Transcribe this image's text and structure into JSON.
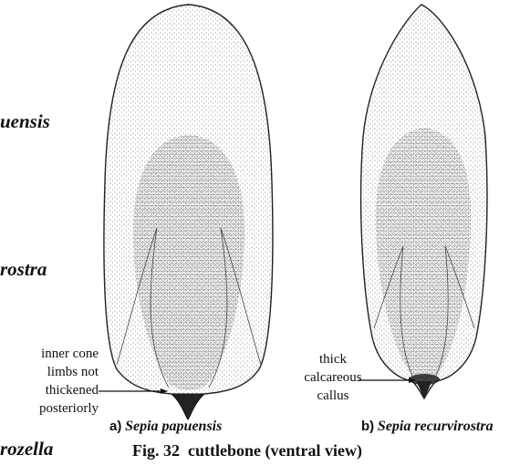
{
  "side_labels": {
    "top": "uensis",
    "middle": "rostra",
    "bottom": "rozella"
  },
  "callouts": {
    "a_label": [
      "inner cone",
      "limbs not",
      "thickened",
      "posteriorly"
    ],
    "b_label": [
      "thick",
      "calcareous",
      "callus"
    ]
  },
  "panels": {
    "a": {
      "letter": "a)",
      "species": "Sepia papuensis"
    },
    "b": {
      "letter": "b)",
      "species": "Sepia recurvirostra"
    }
  },
  "figure": {
    "title": "Fig. 32  cuttlebone (ventral view)"
  }
}
